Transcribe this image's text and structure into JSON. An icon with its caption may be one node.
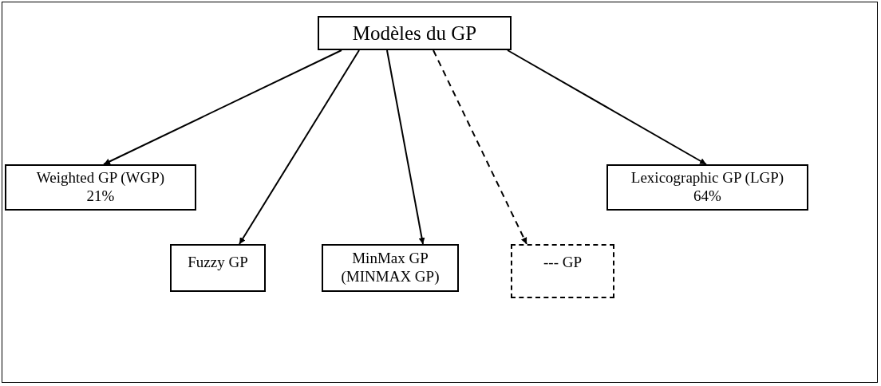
{
  "diagram": {
    "nodes": [
      {
        "text": [
          "Modèles du GP"
        ]
      },
      {
        "text": [
          "Weighted GP (WGP)",
          "21%"
        ]
      },
      {
        "text": [
          "Fuzzy GP"
        ]
      },
      {
        "text": [
          "MinMax GP (MINMAX GP)"
        ]
      },
      {
        "text": [
          "--- GP"
        ]
      },
      {
        "text": [
          "Lexicographic GP (LGP)",
          "64%"
        ]
      }
    ],
    "edges": [
      {
        "from": 0,
        "to": 1,
        "arrow": "to"
      },
      {
        "from": 0,
        "to": 2,
        "arrow": "to"
      },
      {
        "from": 0,
        "to": 3,
        "arrow": "to"
      },
      {
        "from": 0,
        "to": 4,
        "arrow": "to",
        "style": "dashed"
      },
      {
        "from": 0,
        "to": 5,
        "arrow": "to"
      }
    ]
  }
}
